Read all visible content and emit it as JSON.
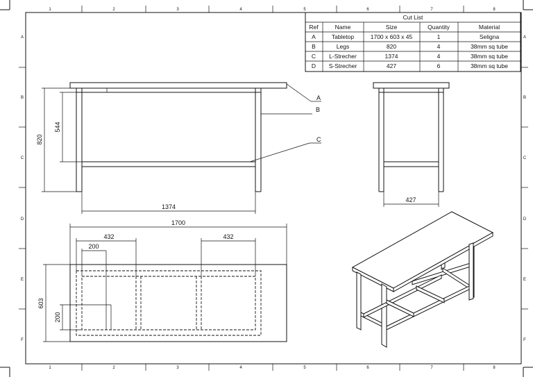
{
  "border": {
    "columns": [
      "1",
      "2",
      "3",
      "4",
      "5",
      "6",
      "7",
      "8"
    ],
    "rows": [
      "A",
      "B",
      "C",
      "D",
      "E",
      "F"
    ]
  },
  "cut_list": {
    "title": "Cut List",
    "headers": [
      "Ref",
      "Name",
      "Size",
      "Quantity",
      "Material"
    ],
    "rows": [
      [
        "A",
        "Tabletop",
        "1700 x 603 x 45",
        "1",
        "Seligna"
      ],
      [
        "B",
        "Legs",
        "820",
        "4",
        "38mm sq tube"
      ],
      [
        "C",
        "L-Strecher",
        "1374",
        "4",
        "38mm sq tube"
      ],
      [
        "D",
        "S-Strecher",
        "427",
        "6",
        "38mm sq tube"
      ]
    ]
  },
  "front_view": {
    "callouts": {
      "a": "A",
      "b": "B",
      "c": "C"
    },
    "dim_height": "820",
    "dim_upper": "544",
    "dim_width": "1374"
  },
  "side_view": {
    "dim_width": "427"
  },
  "plan_view": {
    "dim_overall": "1700",
    "dim_left_432": "432",
    "dim_right_432": "432",
    "dim_200_top": "200",
    "dim_depth": "603",
    "dim_200_side": "200"
  }
}
